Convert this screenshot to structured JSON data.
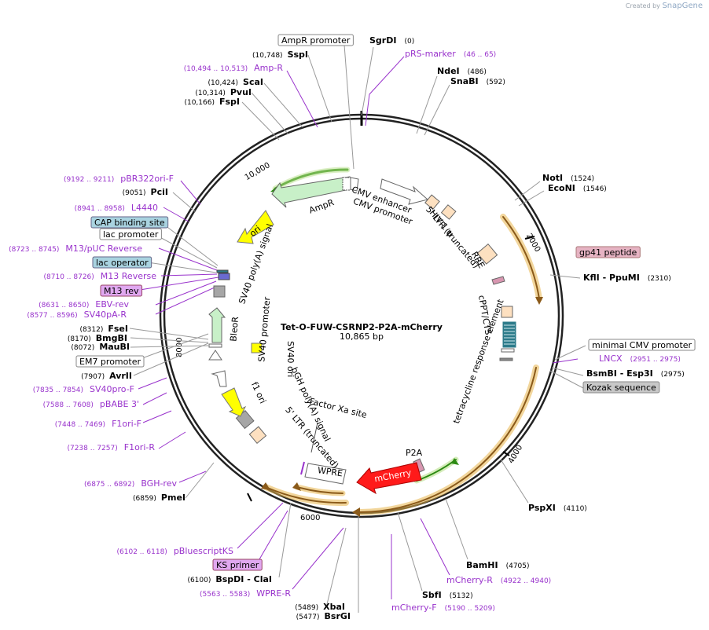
{
  "credit": {
    "prefix": "Created by",
    "brand": "SnapGene"
  },
  "plasmid": {
    "name": "Tet-O-FUW-CSRNP2-P2A-mCherry",
    "length": "10,865 bp"
  },
  "colors": {
    "site": "#000000",
    "primer": "#9933cc",
    "line": "#999999",
    "purple": "#9933cc"
  },
  "sites": [
    {
      "name": "SgrDI",
      "pos": "(0)"
    },
    {
      "name": "NdeI",
      "pos": "(486)"
    },
    {
      "name": "SnaBI",
      "pos": "(592)"
    },
    {
      "name": "NotI",
      "pos": "(1524)"
    },
    {
      "name": "EcoNI",
      "pos": "(1546)"
    },
    {
      "name": "KflI - PpuMI",
      "pos": "(2310)"
    },
    {
      "name": "BsmBI - Esp3I",
      "pos": "(2975)"
    },
    {
      "name": "PspXI",
      "pos": "(4110)"
    },
    {
      "name": "BamHI",
      "pos": "(4705)"
    },
    {
      "name": "SbfI",
      "pos": "(5132)"
    },
    {
      "name": "BsrGI",
      "pos": "(5477)"
    },
    {
      "name": "XbaI",
      "pos": "(5489)"
    },
    {
      "name": "BspDI - ClaI",
      "pos": "(6100)"
    },
    {
      "name": "PmeI",
      "pos": "(6859)"
    },
    {
      "name": "AvrII",
      "pos": "(7907)"
    },
    {
      "name": "MauBI",
      "pos": "(8072)"
    },
    {
      "name": "BmgBI",
      "pos": "(8170)"
    },
    {
      "name": "FseI",
      "pos": "(8312)"
    },
    {
      "name": "PciI",
      "pos": "(9051)"
    },
    {
      "name": "FspI",
      "pos": "(10,166)"
    },
    {
      "name": "PvuI",
      "pos": "(10,314)"
    },
    {
      "name": "ScaI",
      "pos": "(10,424)"
    },
    {
      "name": "SspI",
      "pos": "(10,748)"
    }
  ],
  "primers": [
    {
      "name": "pRS-marker",
      "pos": "(46 .. 65)"
    },
    {
      "name": "LNCX",
      "pos": "(2951 .. 2975)"
    },
    {
      "name": "mCherry-R",
      "pos": "(4922 .. 4940)"
    },
    {
      "name": "mCherry-F",
      "pos": "(5190 .. 5209)"
    },
    {
      "name": "WPRE-R",
      "pos": "(5563 .. 5583)"
    },
    {
      "name": "pBluescriptKS",
      "pos": "(6102 .. 6118)"
    },
    {
      "name": "BGH-rev",
      "pos": "(6875 .. 6892)"
    },
    {
      "name": "F1ori-R",
      "pos": "(7238 .. 7257)"
    },
    {
      "name": "F1ori-F",
      "pos": "(7448 .. 7469)"
    },
    {
      "name": "pBABE 3'",
      "pos": "(7588 .. 7608)"
    },
    {
      "name": "SV40pro-F",
      "pos": "(7835 .. 7854)"
    },
    {
      "name": "SV40pA-R",
      "pos": "(8577 .. 8596)"
    },
    {
      "name": "EBV-rev",
      "pos": "(8631 .. 8650)"
    },
    {
      "name": "M13 Reverse",
      "pos": "(8710 .. 8726)"
    },
    {
      "name": "M13/pUC Reverse",
      "pos": "(8723 .. 8745)"
    },
    {
      "name": "L4440",
      "pos": "(8941 .. 8958)"
    },
    {
      "name": "pBR322ori-F",
      "pos": "(9192 .. 9211)"
    },
    {
      "name": "Amp-R",
      "pos": "(10,494 .. 10,513)"
    }
  ],
  "boxed": [
    {
      "label": "AmpR promoter",
      "style": "white"
    },
    {
      "label": "gp41 peptide",
      "style": "pink"
    },
    {
      "label": "minimal CMV promoter",
      "style": "white"
    },
    {
      "label": "Kozak sequence",
      "style": "gray"
    },
    {
      "label": "CAP binding site",
      "style": "blue"
    },
    {
      "label": "lac promoter",
      "style": "white"
    },
    {
      "label": "lac operator",
      "style": "blue"
    },
    {
      "label": "M13 rev",
      "style": "violet"
    },
    {
      "label": "EM7 promoter",
      "style": "white"
    },
    {
      "label": "KS primer",
      "style": "violet"
    }
  ],
  "features": {
    "ampr": "AmpR",
    "ori": "ori",
    "cmv_enhancer": "CMV enhancer",
    "cmv_promoter": "CMV promoter",
    "hiv_psi": "HIV-1 ψ",
    "ltr5_top": "5' LTR (truncated)",
    "rre": "RRE",
    "cppt": "cPPT/CTS",
    "tre": "tetracycline response element",
    "p2a": "P2A",
    "mcherry": "mCherry",
    "wpre": "WPRE",
    "factor_xa": "Factor Xa site",
    "ltr5_bottom": "5' LTR (truncated)",
    "bgh": "bGH poly(A) signal",
    "f1ori": "f1 ori",
    "sv40ori": "SV40 ori",
    "sv40_promoter": "SV40 promoter",
    "bleor": "BleoR",
    "sv40_polya": "SV40 poly(A) signal"
  },
  "ticks": [
    "2000",
    "4000",
    "6000",
    "8000",
    "10,000"
  ]
}
